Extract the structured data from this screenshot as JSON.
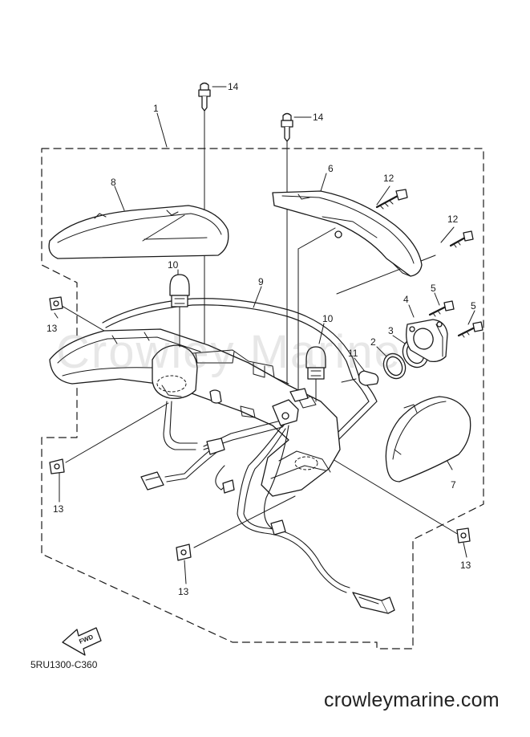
{
  "diagram": {
    "callouts": {
      "c1": "1",
      "c2": "2",
      "c3": "3",
      "c4": "4",
      "c5a": "5",
      "c5b": "5",
      "c6": "6",
      "c7": "7",
      "c8": "8",
      "c9": "9",
      "c10a": "10",
      "c10b": "10",
      "c11": "11",
      "c12a": "12",
      "c12b": "12",
      "c13a": "13",
      "c13b": "13",
      "c13c": "13",
      "c13d": "13",
      "c14a": "14",
      "c14b": "14"
    },
    "fwd_label": "FWD",
    "part_code": "5RU1300-C360",
    "watermark": "Crowley Marine",
    "site": "crowleymarine.com"
  },
  "colors": {
    "ink": "#1a1a1a",
    "paper": "#ffffff"
  }
}
